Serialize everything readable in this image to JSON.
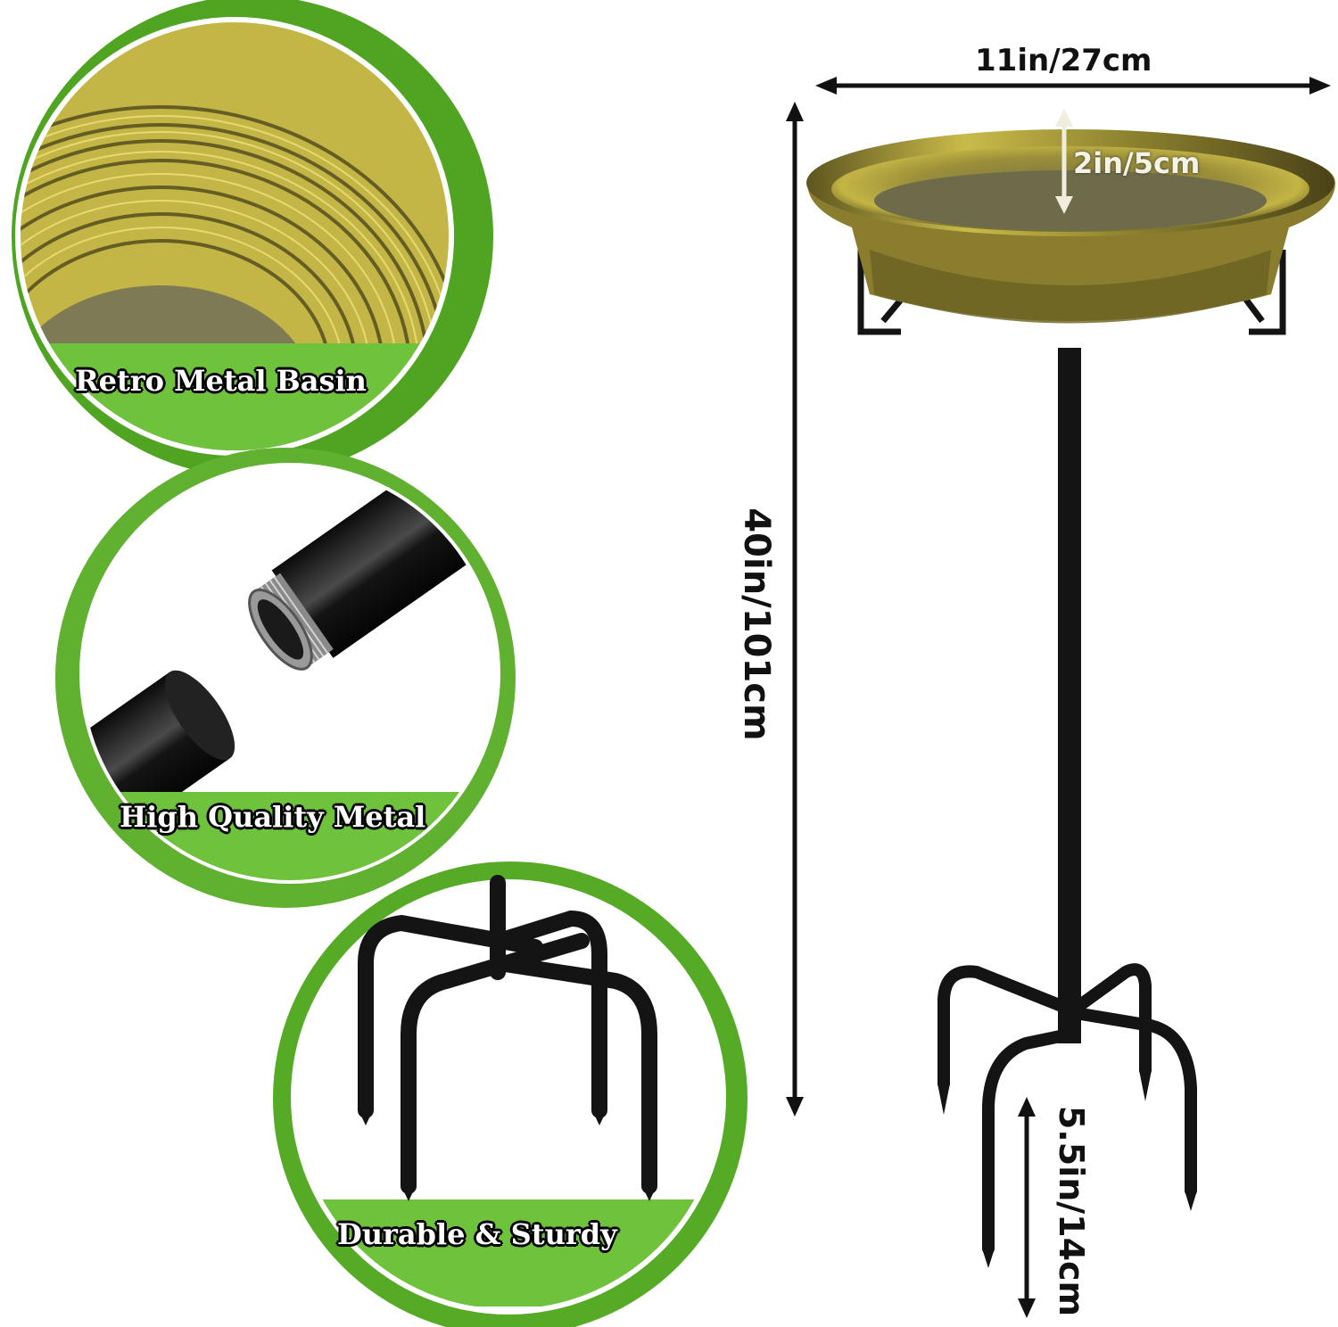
{
  "features": [
    {
      "label": "Retro Metal Basin"
    },
    {
      "label": "High Quality Metal"
    },
    {
      "label": "Durable & Sturdy"
    }
  ],
  "dimensions": {
    "width": "11in/27cm",
    "depth": "2in/5cm",
    "height": "40in/101cm",
    "stake": "5.5in/14cm"
  },
  "colors": {
    "green_outer": "#4fa521",
    "green_inner": "#6cc23a",
    "banner": "#6fc33c",
    "brass": "#b3a43a",
    "metal_black": "#141414"
  }
}
